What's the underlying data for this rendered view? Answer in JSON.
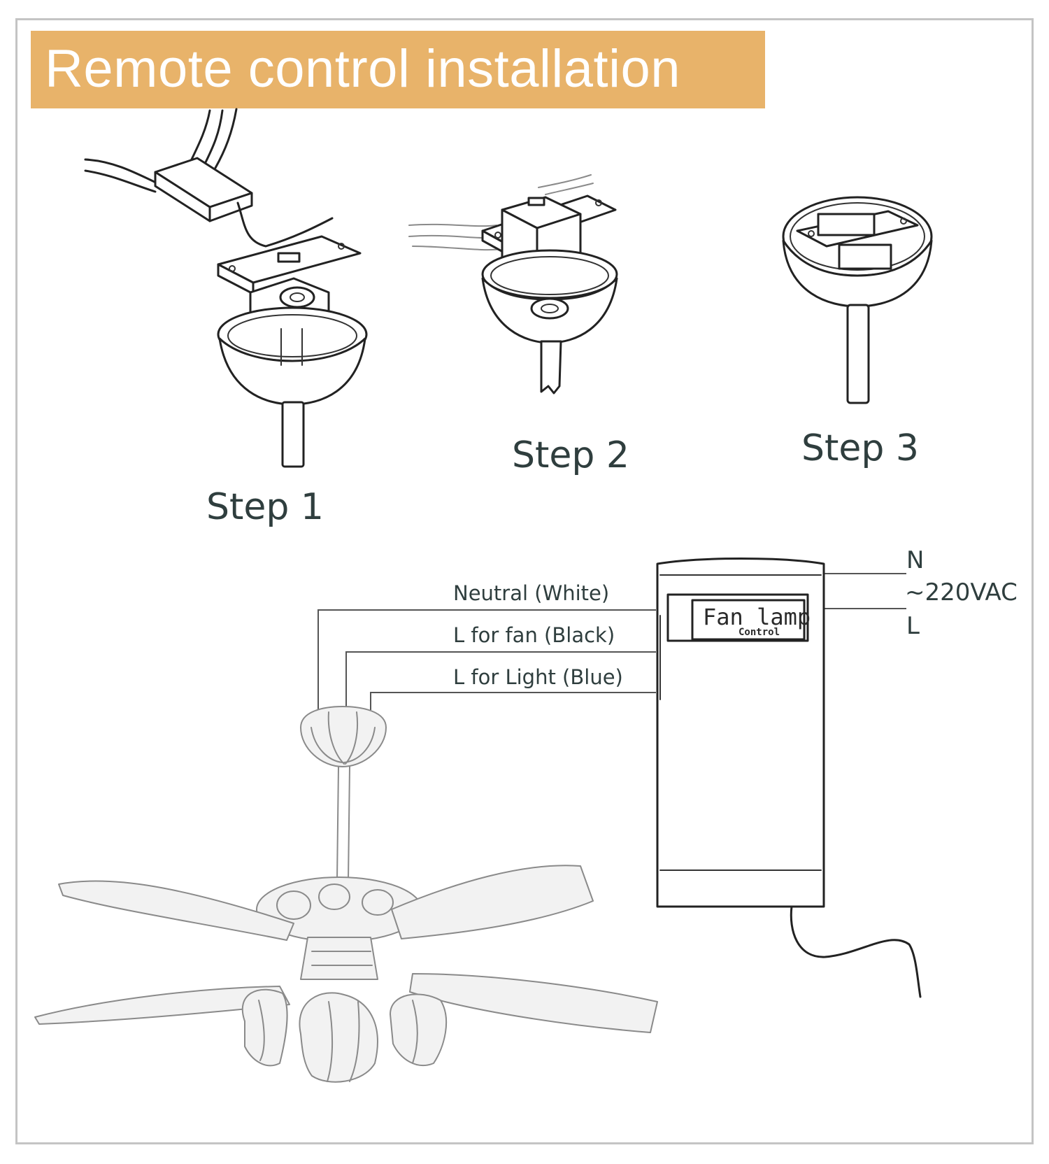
{
  "title": "Remote control installation",
  "steps": [
    {
      "label": "Step 1"
    },
    {
      "label": "Step 2"
    },
    {
      "label": "Step 3"
    }
  ],
  "wiring": {
    "neutral_label": "Neutral (White)",
    "fan_label": "L  for fan (Black)",
    "light_label": "L  for Light (Blue)",
    "mains_n": "N",
    "mains_voltage": "~220VAC",
    "mains_l": "L"
  },
  "receiver": {
    "label": "Fan lamp",
    "sublabel": "Control"
  },
  "colors": {
    "banner": "#e8b36a",
    "label_text": "#2f3e3e"
  }
}
